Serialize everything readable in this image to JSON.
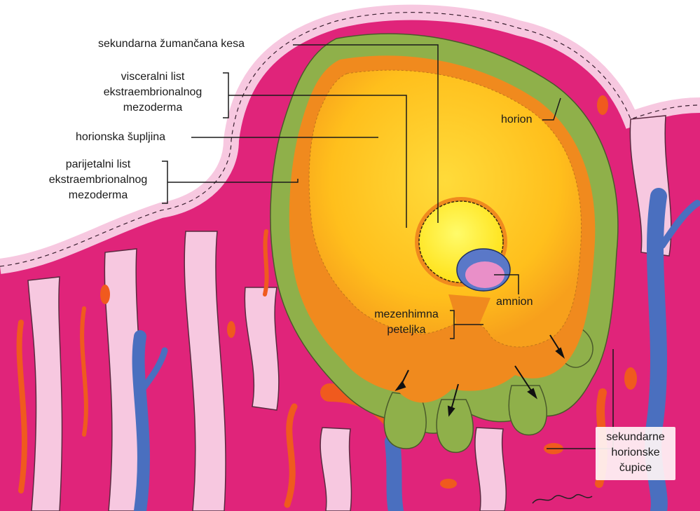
{
  "labels": {
    "secondary_yolk_sac": "sekundarna žumančana kesa",
    "visceral_layer": [
      "visceralni list",
      "ekstraembrionalnog",
      "mezoderma"
    ],
    "chorionic_cavity": "horionska šupljina",
    "parietal_layer": [
      "parijetalni list",
      "ekstraembrionalnog",
      "mezoderma"
    ],
    "chorion": "horion",
    "amnion": "amnion",
    "connecting_stalk": [
      "mezenhimna",
      "peteljka"
    ],
    "secondary_villi": [
      "sekundarne",
      "horionske",
      "čupice"
    ]
  },
  "colors": {
    "endometrium": "#e0247a",
    "endometrium_dark": "#c81c66",
    "epithelium": "#f7c8e0",
    "cytotrophoblast": "#8fb04a",
    "extraembryonic_mesoderm": "#f08a1e",
    "chorionic_cavity": "#ffc21a",
    "yolk_sac": "#fff12a",
    "amnion": "#e98fc8",
    "embryo_ectoderm": "#5a78c8",
    "vessel_vein": "#4a6fbf",
    "vessel_artery": "#f05a1e"
  }
}
